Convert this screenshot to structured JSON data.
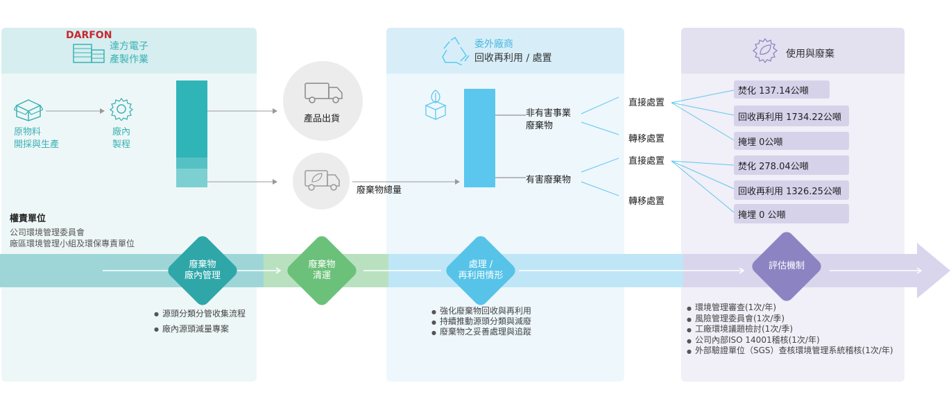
{
  "company": {
    "logo": "DARFON",
    "name_line1": "達方電子",
    "name_line2": "產製作業"
  },
  "left": {
    "raw_material_line1": "原物料",
    "raw_material_line2": "開採與生產",
    "process_line1": "廠內",
    "process_line2": "製程",
    "authority_title": "權責單位",
    "authority_line1": "公司環境管理委員會",
    "authority_line2": "廠區環境管理小組及環保專責單位"
  },
  "middle": {
    "product_shipping": "產品出貨",
    "waste_total": "廢棄物總量"
  },
  "outsource": {
    "title_line1": "委外廠商",
    "title_line2": "回收再利用 / 處置",
    "non_hazardous_line1": "非有害事業",
    "non_hazardous_line2": "廢棄物",
    "hazardous": "有害廢棄物",
    "direct_1": "直接處置",
    "transfer_1": "轉移處置",
    "direct_2": "直接處置",
    "transfer_2": "轉移處置"
  },
  "use": {
    "title": "使用與廢棄",
    "boxes": [
      "焚化  137.14公噸",
      "回收再利用 1734.22公噸",
      "掩埋 0公噸",
      "焚化 278.04公噸",
      "回收再利用 1326.25公噸",
      "掩埋 0 公噸"
    ]
  },
  "stages": [
    {
      "line1": "廢棄物",
      "line2": "廠內管理",
      "color": "#2fa7a9"
    },
    {
      "line1": "廢棄物",
      "line2": "清運",
      "color": "#6cc17a"
    },
    {
      "line1": "處理 /",
      "line2": "再利用情形",
      "color": "#57c3e8"
    },
    {
      "line1": "評估機制",
      "line2": "",
      "color": "#8c84c2"
    }
  ],
  "bullets_stage1": [
    "源頭分類分管收集流程",
    "廠內源頭減量專案"
  ],
  "bullets_stage3": [
    "強化廢棄物回收與再利用",
    "持續推動源頭分類與減廢",
    "廢棄物之妥善處理與追蹤"
  ],
  "bullets_stage4": [
    "環境管理審查(1次/年)",
    "風險管理委員會(1次/季)",
    "工廠環境議題檢討(1次/季)",
    "公司內部ISO 14001稽核(1次/年)",
    "外部驗證單位（SGS）查核環境管理系統稽核(1次/年)"
  ],
  "colors": {
    "teal": "#3ab1b5",
    "teal_panel": "#eaf5f5",
    "blue_panel": "#eaf5fb",
    "purple_panel": "#efedf6",
    "blue_bar": "#5bc7ef",
    "purple_box": "#d6d2ea"
  },
  "icons": [
    "box-icon",
    "gear-icon",
    "truck-icon",
    "eco-truck-icon",
    "recycle-icon",
    "leaf-box-icon",
    "leaf-gear-icon",
    "building-icon"
  ]
}
